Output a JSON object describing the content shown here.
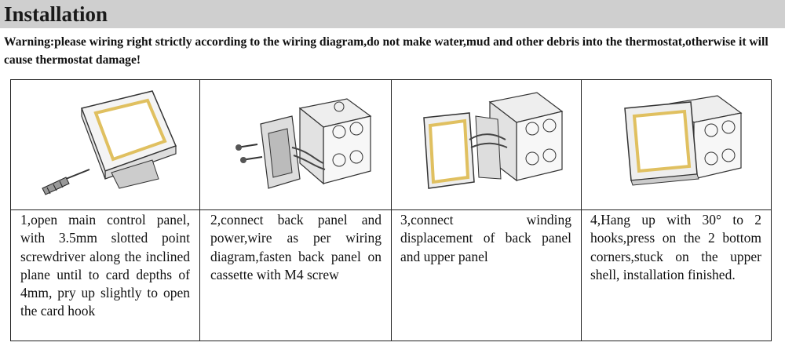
{
  "heading": "Installation",
  "warning": "Warning:please wiring right strictly according to the wiring diagram,do not make water,mud and other debris into the thermostat,otherwise it will cause thermostat damage!",
  "steps": [
    {
      "text": "1,open main control panel, with 3.5mm slotted point screwdriver along the inclined plane until to card depths of 4mm, pry up slightly to open the card hook",
      "icon": "thermostat-panel-screwdriver"
    },
    {
      "text": "2,connect back panel and power,wire as per wiring diagram,fasten back panel on cassette with M4 screw",
      "icon": "back-panel-wall-box"
    },
    {
      "text": "3,connect winding displacement of back panel and upper panel",
      "icon": "panel-wiring-box"
    },
    {
      "text": "4,Hang up with 30° to 2 hooks,press on the 2 bottom corners,stuck on the upper shell, installation finished.",
      "icon": "mounted-thermostat"
    }
  ]
}
